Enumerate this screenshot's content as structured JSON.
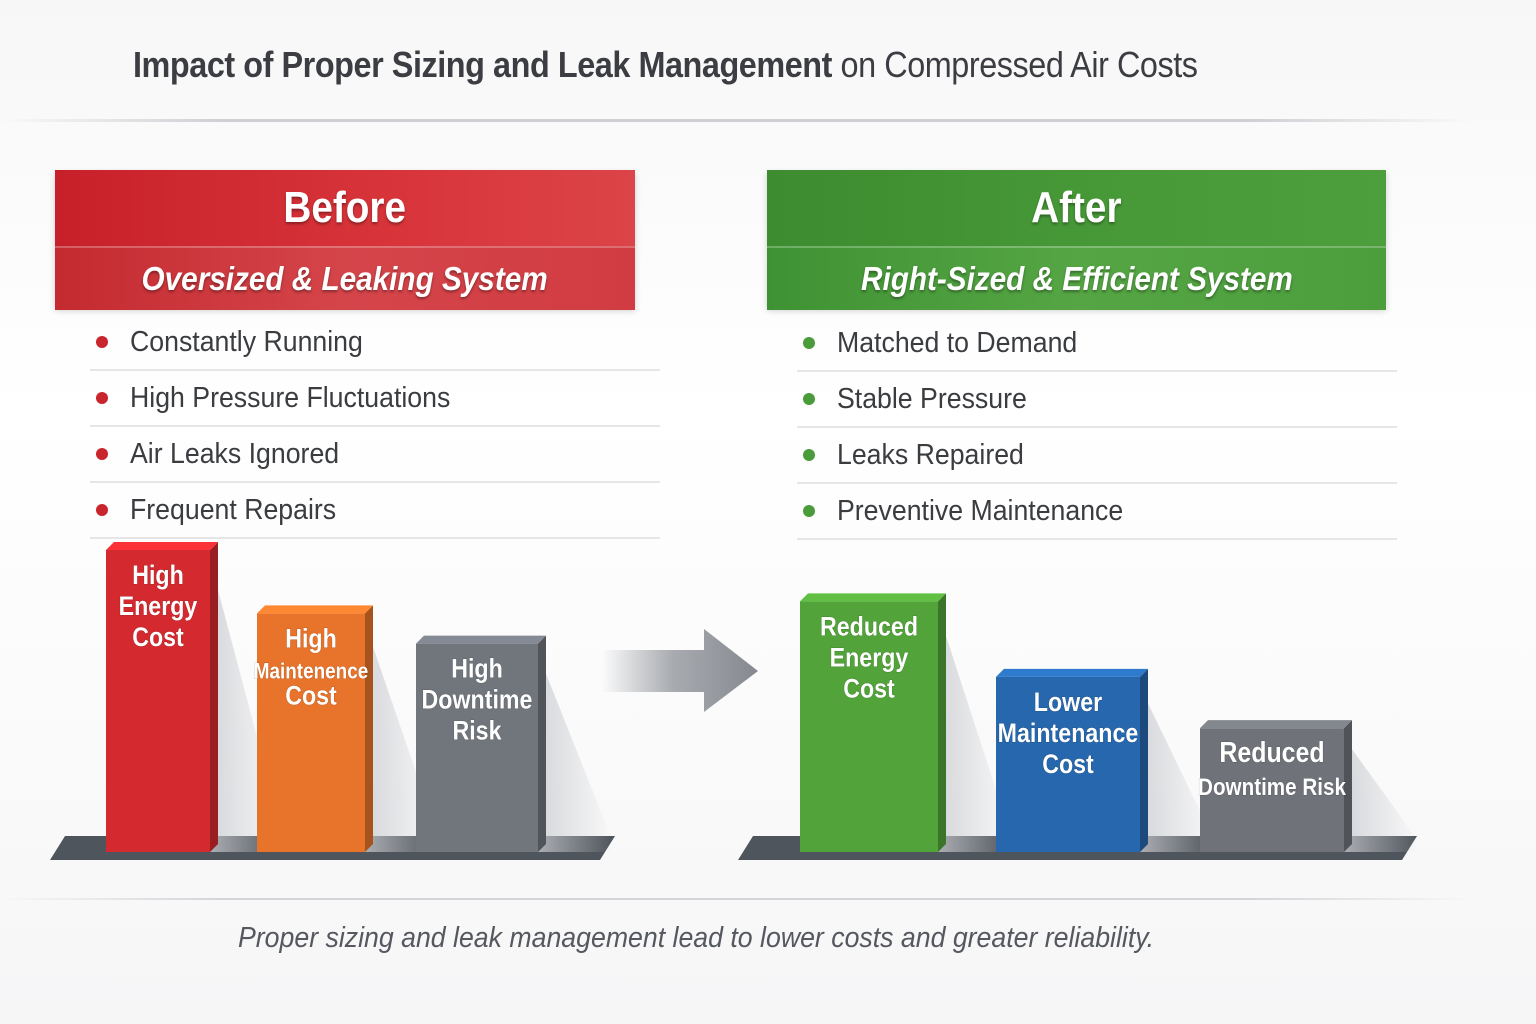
{
  "title": {
    "bold_part": "Impact of Proper Sizing and Leak Management",
    "regular_part": "on Compressed Air Costs"
  },
  "before": {
    "heading": "Before",
    "subheading": "Oversized & Leaking System",
    "items": [
      "Constantly Running",
      "High Pressure Fluctuations",
      "Air Leaks Ignored",
      "Frequent Repairs"
    ],
    "bars": [
      {
        "lines": [
          "High",
          "Energy",
          "Cost"
        ],
        "level": 1.0,
        "color": "#d42a2f"
      },
      {
        "lines": [
          "High",
          "Maintenence",
          "Cost"
        ],
        "level": 0.79,
        "color": "#e8732a"
      },
      {
        "lines": [
          "High",
          "Downtime",
          "Risk"
        ],
        "level": 0.69,
        "color": "#71767d"
      }
    ]
  },
  "after": {
    "heading": "After",
    "subheading": "Right-Sized & Efficient System",
    "items": [
      "Matched to Demand",
      "Stable Pressure",
      "Leaks Repaired",
      "Preventive Maintenance"
    ],
    "bars": [
      {
        "lines": [
          "Reduced",
          "Energy",
          "Cost"
        ],
        "level": 0.83,
        "color": "#52a33a"
      },
      {
        "lines": [
          "Lower",
          "Maintenance",
          "Cost"
        ],
        "level": 0.58,
        "color": "#2767ad"
      },
      {
        "lines": [
          "Reduced",
          "Downtime Risk"
        ],
        "level": 0.41,
        "color": "#6f7379"
      }
    ]
  },
  "colors": {
    "before_accent": "#d42a2f",
    "after_accent": "#4a9b3a",
    "arrow": "#85898f"
  },
  "footer": "Proper sizing and leak management lead to lower costs and greater reliability."
}
